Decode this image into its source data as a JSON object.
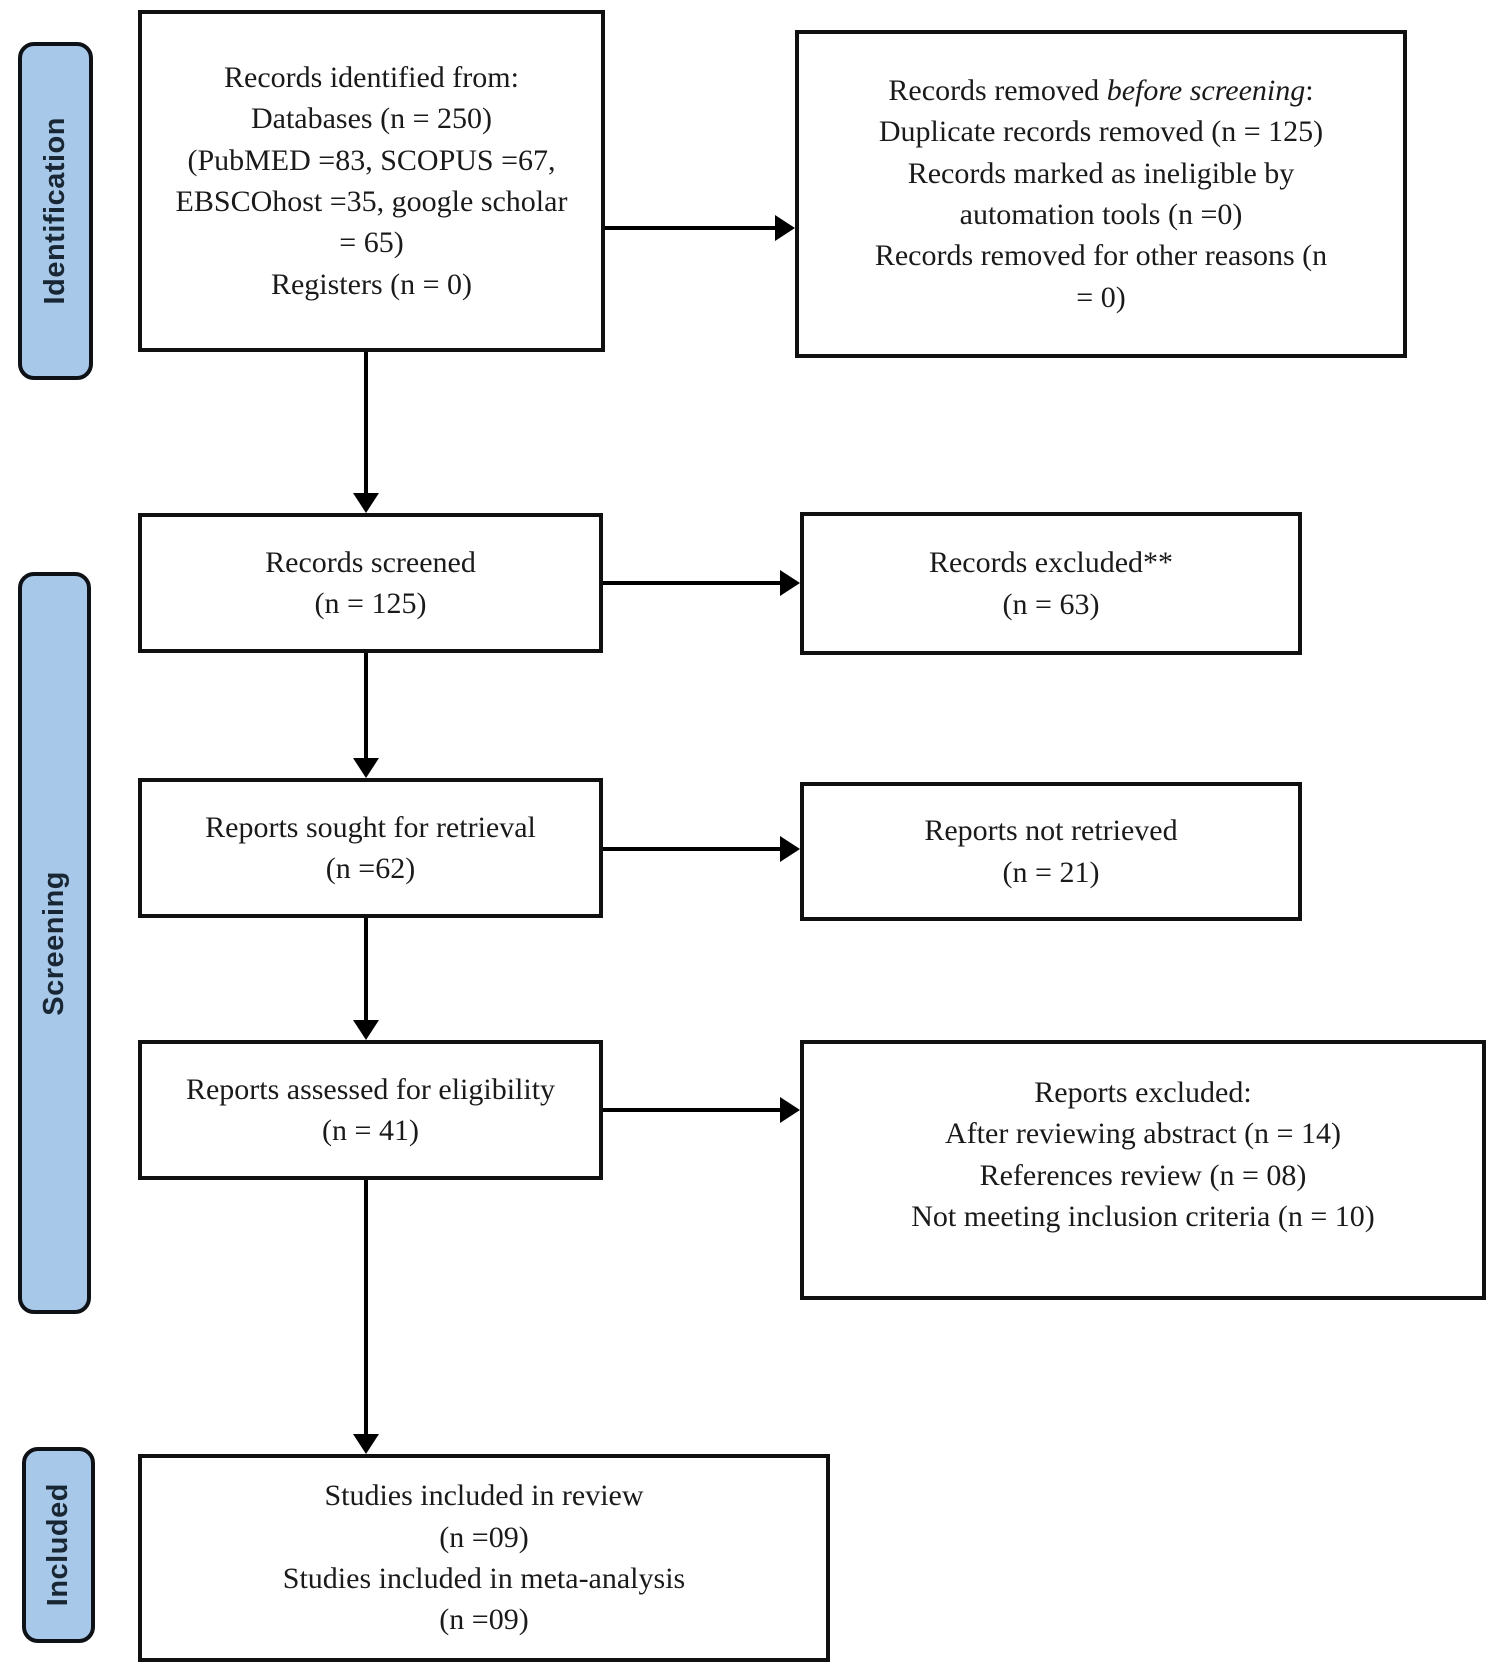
{
  "diagram": {
    "title": "PRISMA flow diagram",
    "colors": {
      "stage_fill": "#a8c8ea",
      "stage_border": "#0e1116",
      "stage_text": "#182733",
      "box_fill": "#ffffff",
      "box_border": "#101010",
      "arrow": "#000000",
      "text": "#1a1a1a"
    },
    "stages": [
      {
        "label": "Identification"
      },
      {
        "label": "Screening"
      },
      {
        "label": "Included"
      }
    ],
    "boxes": {
      "identified": {
        "lines": [
          "Records identified from:",
          "Databases (n = 250)",
          "(PubMED =83, SCOPUS =67,",
          "EBSCOhost =35, google scholar",
          "= 65)",
          "Registers (n = 0)"
        ]
      },
      "removed": {
        "l1_prefix": "Records removed ",
        "l1_italic": "before screening",
        "l1_suffix": ":",
        "lines": [
          "Duplicate records removed (n = 125)",
          "Records marked as ineligible by",
          "automation tools (n =0)",
          "Records removed for other reasons (n",
          "= 0)"
        ]
      },
      "screened": {
        "lines": [
          "Records screened",
          "(n = 125)"
        ]
      },
      "excluded": {
        "lines": [
          "Records excluded**",
          "(n = 63)"
        ]
      },
      "sought": {
        "lines": [
          "Reports sought for retrieval",
          "(n =62)"
        ]
      },
      "not_retrieved": {
        "lines": [
          "Reports not retrieved",
          "(n = 21)"
        ]
      },
      "assessed": {
        "lines": [
          "Reports assessed for eligibility",
          "(n = 41)"
        ]
      },
      "reports_excluded": {
        "lines": [
          "Reports excluded:",
          "After reviewing abstract (n = 14)",
          "References review (n = 08)",
          "Not meeting inclusion criteria (n = 10)"
        ]
      },
      "included_studies": {
        "lines": [
          "Studies included in review",
          "(n =09)",
          "Studies included in meta-analysis",
          "(n =09)"
        ]
      }
    }
  }
}
